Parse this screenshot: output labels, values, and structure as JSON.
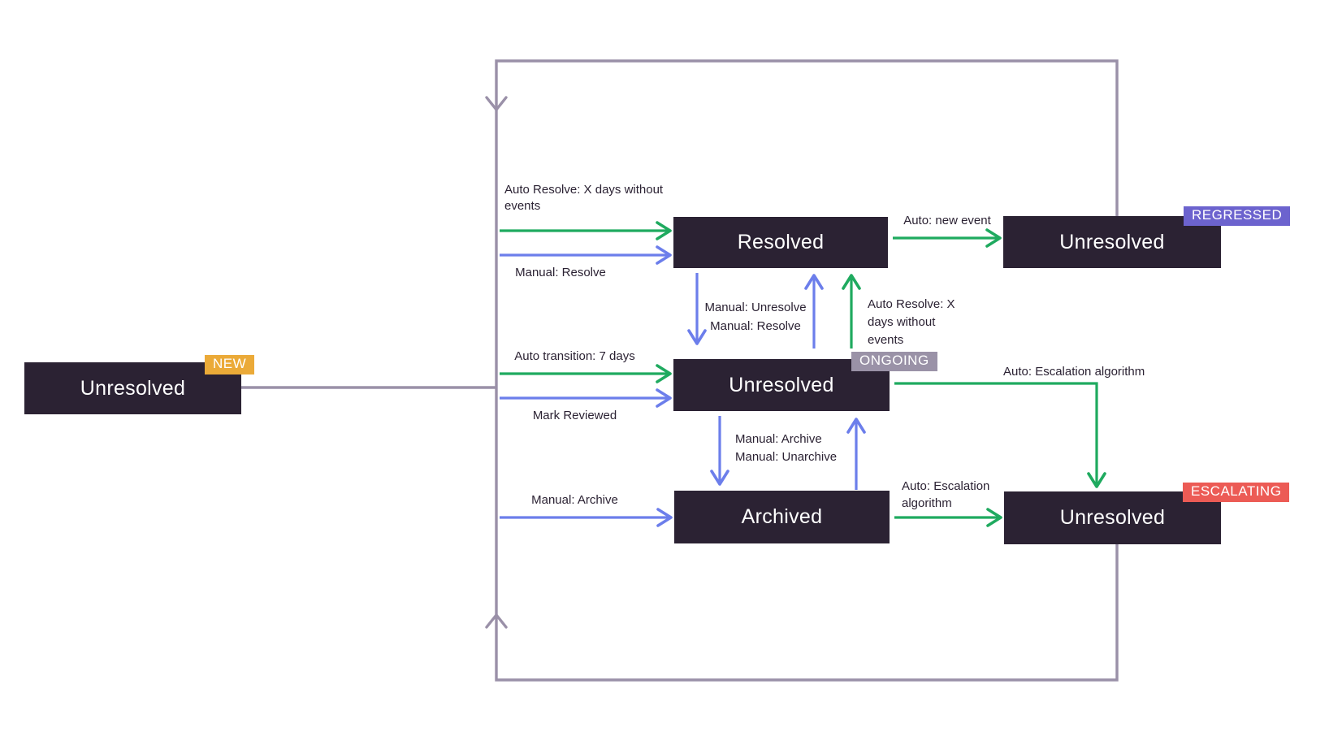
{
  "colors": {
    "box": "#2B2233",
    "ink": "#2B2233",
    "green": "#1FAA5F",
    "blue": "#6C7EEB",
    "loop": "#9A90A8",
    "badge-new": "#EBAA38",
    "badge-ongoing": "#9A92A7",
    "badge-regressed": "#6C63CE",
    "badge-escalating": "#EC5B55"
  },
  "nodes": {
    "new": {
      "label": "Unresolved",
      "badge": "NEW"
    },
    "resolved": {
      "label": "Resolved"
    },
    "ongoing": {
      "label": "Unresolved",
      "badge": "ONGOING"
    },
    "archived": {
      "label": "Archived"
    },
    "regressed": {
      "label": "Unresolved",
      "badge": "REGRESSED"
    },
    "escalating": {
      "label": "Unresolved",
      "badge": "ESCALATING"
    }
  },
  "edge_labels": {
    "auto_resolve_left": "Auto Resolve: X days without events",
    "manual_resolve_left": "Manual: Resolve",
    "auto_transition": "Auto transition: 7 days",
    "mark_reviewed": "Mark Reviewed",
    "manual_archive_left": "Manual: Archive",
    "manual_unresolve": "Manual: Unresolve",
    "manual_resolve_mid": "Manual: Resolve",
    "auto_resolve_mid": "Auto Resolve: X days without events",
    "auto_new_event": "Auto: new event",
    "auto_escalation_right": "Auto: Escalation algorithm",
    "manual_archive_mid": "Manual: Archive",
    "manual_unarchive": "Manual: Unarchive",
    "auto_escalation_bottom": "Auto: Escalation algorithm"
  },
  "edges": [
    {
      "from": "Unresolved (NEW)",
      "to": "state lane",
      "label": "",
      "kind": "flow"
    },
    {
      "from": "lane",
      "to": "Resolved",
      "label": "Auto Resolve: X days without events",
      "kind": "auto"
    },
    {
      "from": "lane",
      "to": "Resolved",
      "label": "Manual: Resolve",
      "kind": "manual"
    },
    {
      "from": "lane",
      "to": "Unresolved (ONGOING)",
      "label": "Auto transition: 7 days",
      "kind": "auto"
    },
    {
      "from": "lane",
      "to": "Unresolved (ONGOING)",
      "label": "Mark Reviewed",
      "kind": "manual"
    },
    {
      "from": "lane",
      "to": "Archived",
      "label": "Manual: Archive",
      "kind": "manual"
    },
    {
      "from": "Resolved",
      "to": "Unresolved (ONGOING)",
      "label": "Manual: Unresolve",
      "kind": "manual"
    },
    {
      "from": "Unresolved (ONGOING)",
      "to": "Resolved",
      "label": "Manual: Resolve",
      "kind": "manual"
    },
    {
      "from": "Unresolved (ONGOING)",
      "to": "Resolved",
      "label": "Auto Resolve: X days without events",
      "kind": "auto"
    },
    {
      "from": "Resolved",
      "to": "Unresolved (REGRESSED)",
      "label": "Auto: new event",
      "kind": "auto"
    },
    {
      "from": "Unresolved (ONGOING)",
      "to": "Unresolved (ESCALATING)",
      "label": "Auto: Escalation algorithm",
      "kind": "auto"
    },
    {
      "from": "Unresolved (ONGOING)",
      "to": "Archived",
      "label": "Manual: Archive",
      "kind": "manual"
    },
    {
      "from": "Archived",
      "to": "Unresolved (ONGOING)",
      "label": "Manual: Unarchive",
      "kind": "manual"
    },
    {
      "from": "Archived",
      "to": "Unresolved (ESCALATING)",
      "label": "Auto: Escalation algorithm",
      "kind": "auto"
    },
    {
      "from": "Unresolved (REGRESSED)",
      "to": "lane",
      "label": "",
      "kind": "loop"
    },
    {
      "from": "Unresolved (ESCALATING)",
      "to": "lane",
      "label": "",
      "kind": "loop"
    }
  ]
}
